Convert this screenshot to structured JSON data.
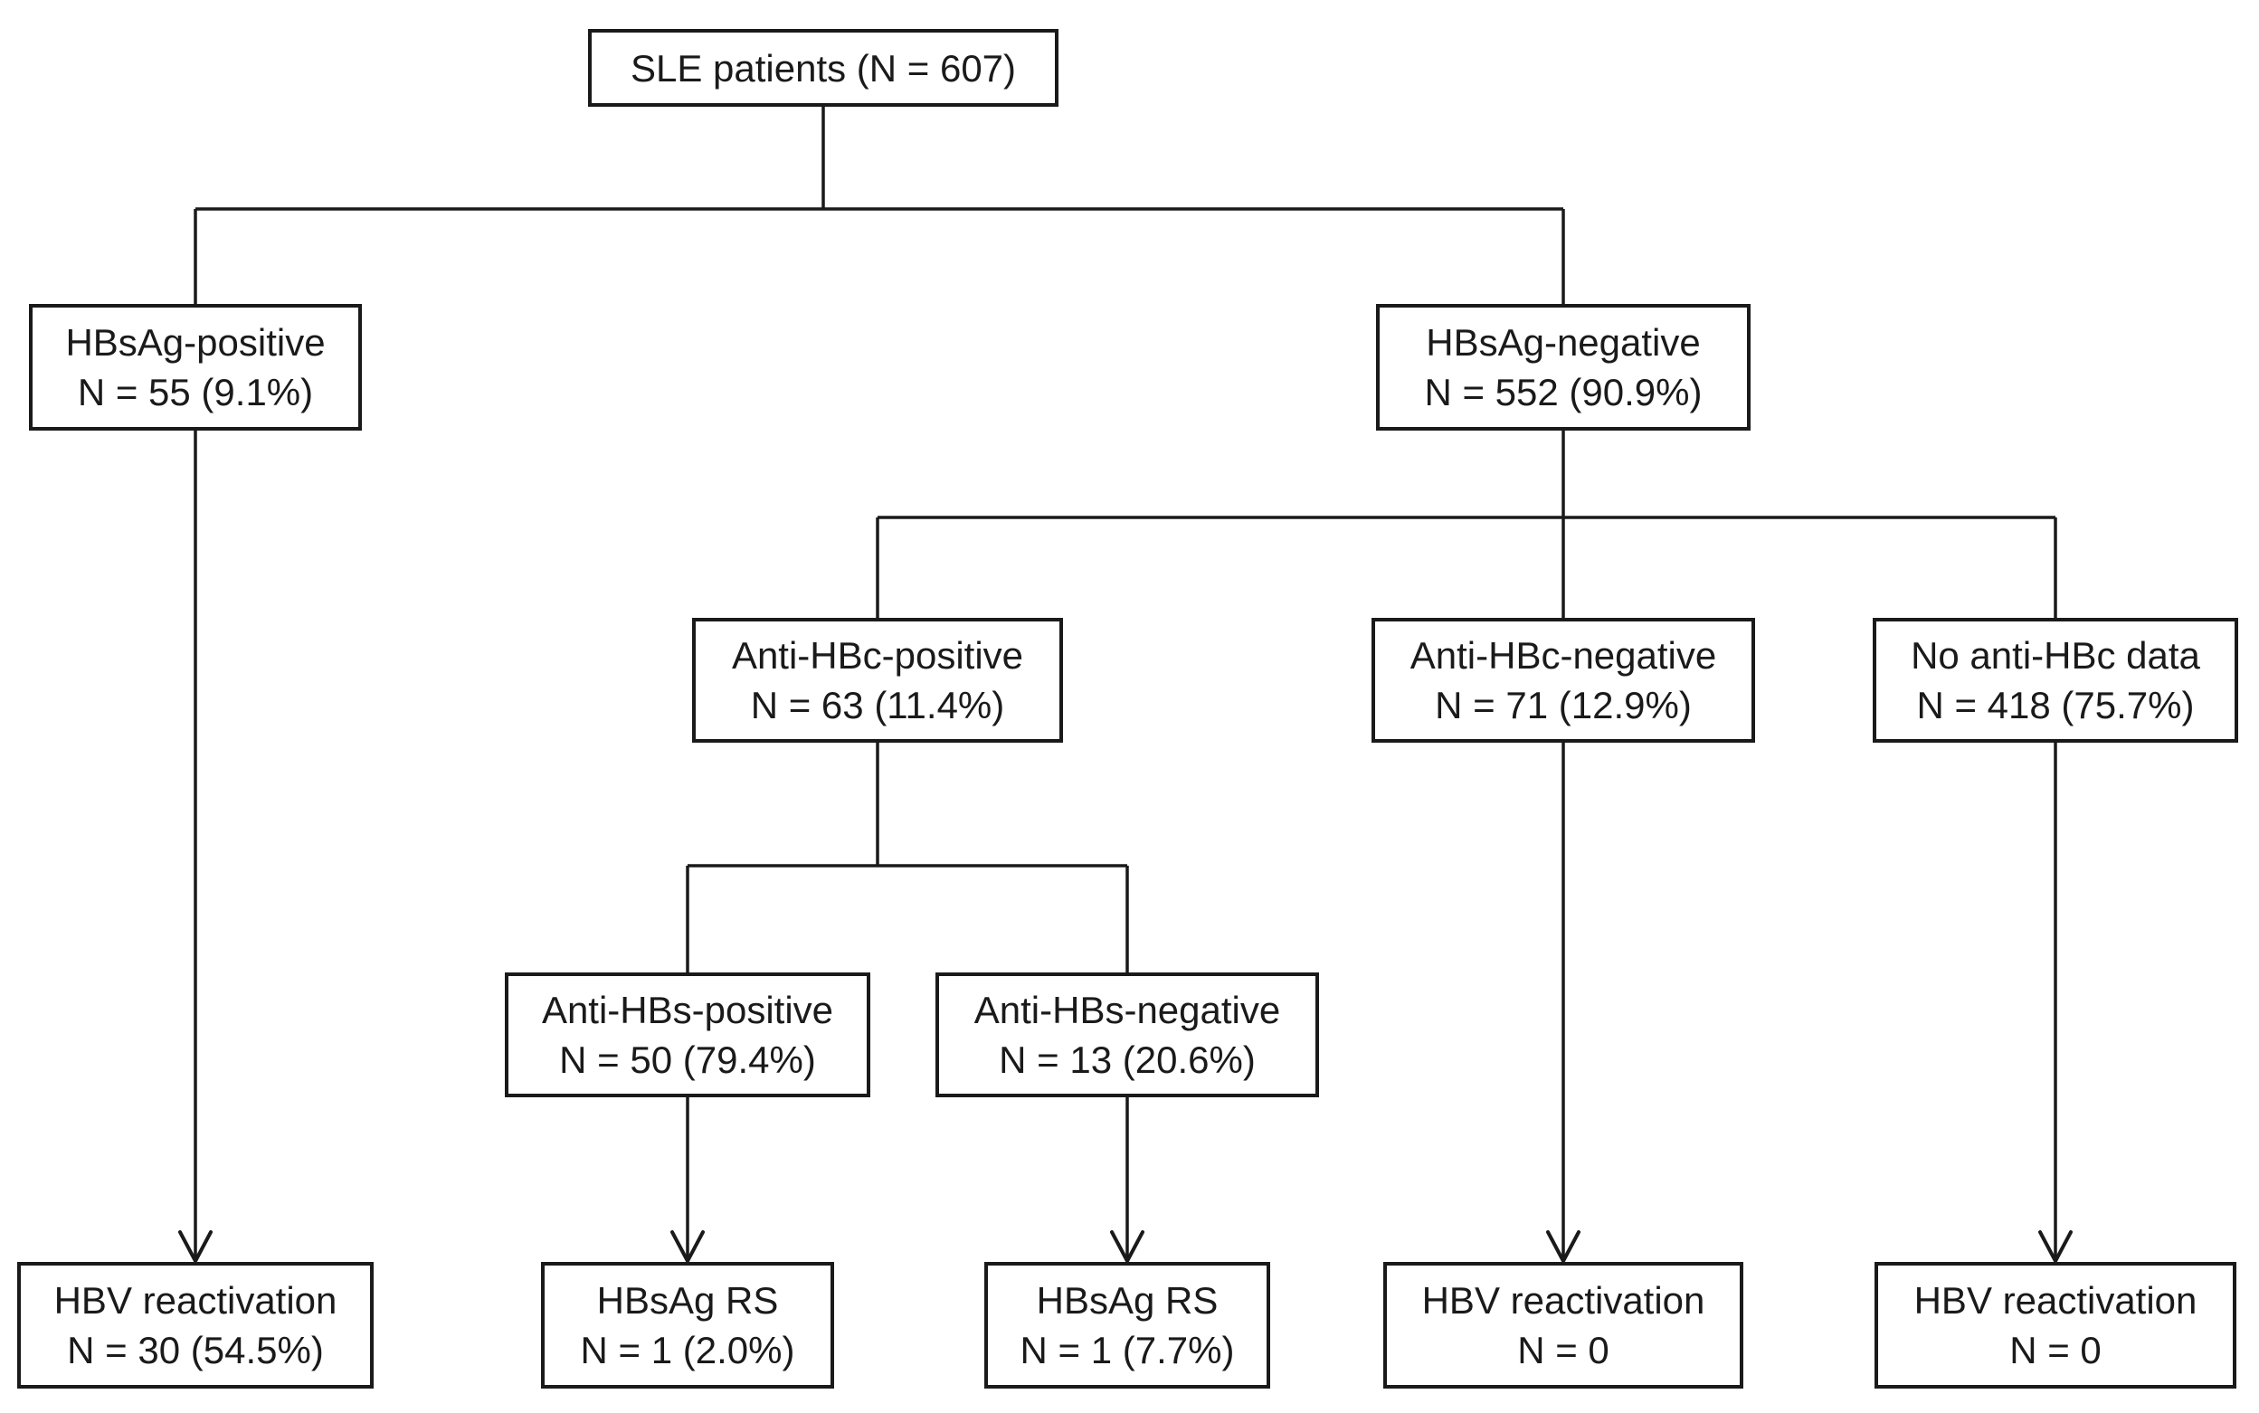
{
  "diagram": {
    "type": "flow-diagram",
    "description": "Patient flow diagram of SLE patients stratified by HBV serology and outcomes",
    "colors": {
      "background": "#ffffff",
      "box_border": "#1a1a1a",
      "text": "#1a1a1a",
      "line": "#1a1a1a"
    },
    "nodes": {
      "sle": {
        "label": "SLE patients (N = 607)"
      },
      "hbsag_positive": {
        "label": "HBsAg-positive",
        "value": "N = 55 (9.1%)"
      },
      "hbsag_negative": {
        "label": "HBsAg-negative",
        "value": "N = 552 (90.9%)"
      },
      "anti_hbc_positive": {
        "label": "Anti-HBc-positive",
        "value": "N = 63 (11.4%)"
      },
      "anti_hbc_negative": {
        "label": "Anti-HBc-negative",
        "value": "N = 71 (12.9%)"
      },
      "no_anti_hbc_data": {
        "label": "No anti-HBc data",
        "value": "N = 418 (75.7%)"
      },
      "anti_hbs_positive": {
        "label": "Anti-HBs-positive",
        "value": "N = 50 (79.4%)"
      },
      "anti_hbs_negative": {
        "label": "Anti-HBs-negative",
        "value": "N = 13 (20.6%)"
      },
      "hbv_reactivation_from_hbsag_positive": {
        "label": "HBV reactivation",
        "value": "N = 30 (54.5%)"
      },
      "hbsag_rs_from_anti_hbs_positive": {
        "label": "HBsAg RS",
        "value": "N = 1 (2.0%)"
      },
      "hbsag_rs_from_anti_hbs_negative": {
        "label": "HBsAg RS",
        "value": "N = 1 (7.7%)"
      },
      "hbv_reactivation_from_anti_hbc_negative": {
        "label": "HBV reactivation",
        "value": "N = 0"
      },
      "hbv_reactivation_from_no_anti_hbc_data": {
        "label": "HBV reactivation",
        "value": "N = 0"
      }
    },
    "edges": [
      {
        "from": "sle",
        "to": "hbsag_positive",
        "arrow": false
      },
      {
        "from": "sle",
        "to": "hbsag_negative",
        "arrow": false
      },
      {
        "from": "hbsag_negative",
        "to": "anti_hbc_positive",
        "arrow": false
      },
      {
        "from": "hbsag_negative",
        "to": "anti_hbc_negative",
        "arrow": false
      },
      {
        "from": "hbsag_negative",
        "to": "no_anti_hbc_data",
        "arrow": false
      },
      {
        "from": "anti_hbc_positive",
        "to": "anti_hbs_positive",
        "arrow": false
      },
      {
        "from": "anti_hbc_positive",
        "to": "anti_hbs_negative",
        "arrow": false
      },
      {
        "from": "hbsag_positive",
        "to": "hbv_reactivation_from_hbsag_positive",
        "arrow": true
      },
      {
        "from": "anti_hbs_positive",
        "to": "hbsag_rs_from_anti_hbs_positive",
        "arrow": true
      },
      {
        "from": "anti_hbs_negative",
        "to": "hbsag_rs_from_anti_hbs_negative",
        "arrow": true
      },
      {
        "from": "anti_hbc_negative",
        "to": "hbv_reactivation_from_anti_hbc_negative",
        "arrow": true
      },
      {
        "from": "no_anti_hbc_data",
        "to": "hbv_reactivation_from_no_anti_hbc_data",
        "arrow": true
      }
    ]
  }
}
